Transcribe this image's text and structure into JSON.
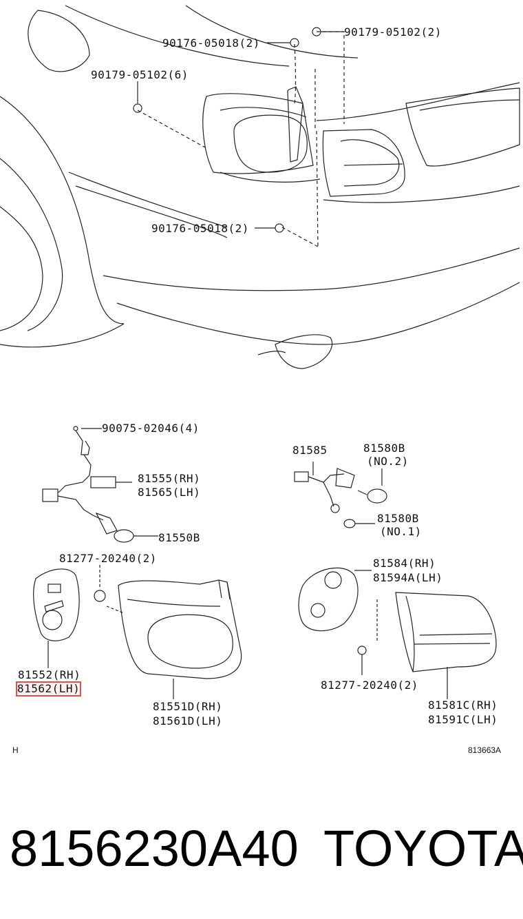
{
  "diagram": {
    "labels": {
      "p1": "90176-05018(2)",
      "p2": "90179-05102(2)",
      "p3": "90179-05102(6)",
      "p4": "90176-05018(2)",
      "p5": "90075-02046(4)",
      "p6": "81585",
      "p7": "81580B",
      "p8": "(NO.2)",
      "p9": "81555(RH)",
      "p10": "81565(LH)",
      "p11": "81550B",
      "p12": "81580B",
      "p13": "(NO.1)",
      "p14": "81277-20240(2)",
      "p15": "81584(RH)",
      "p16": "81594A(LH)",
      "p17": "81552(RH)",
      "p18": "81562(LH)",
      "p19": "81277-20240(2)",
      "p20": "81551D(RH)",
      "p21": "81561D(LH)",
      "p22": "81581C(RH)",
      "p23": "81591C(LH)"
    },
    "corner_left": "H",
    "corner_right": "813663A",
    "highlight_color": "#d9534f"
  },
  "footer": {
    "part_number": "8156230A40",
    "brand": "TOYOTA"
  }
}
